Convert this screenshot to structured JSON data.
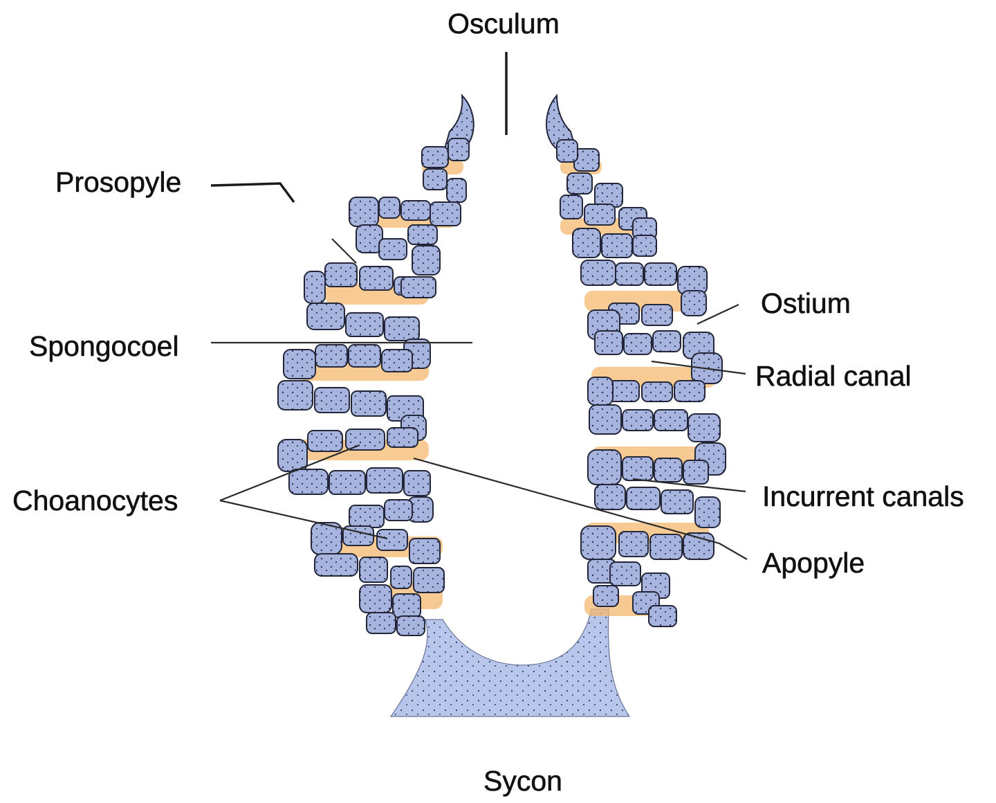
{
  "diagram": {
    "title": "Sycon",
    "labels": {
      "osculum": "Osculum",
      "prosopyle": "Prosopyle",
      "spongocoel": "Spongocoel",
      "choanocytes": "Choanocytes",
      "ostium": "Ostium",
      "radial_canal": "Radial canal",
      "incurrent_canals": "Incurrent canals",
      "apopyle": "Apopyle"
    },
    "colors": {
      "cell_fill": "#a7b4de",
      "cell_stroke": "#222638",
      "choanocyte_layer": "#f6b970",
      "base_fill": "#b9c6ec",
      "stipple": "#2b3562"
    }
  }
}
